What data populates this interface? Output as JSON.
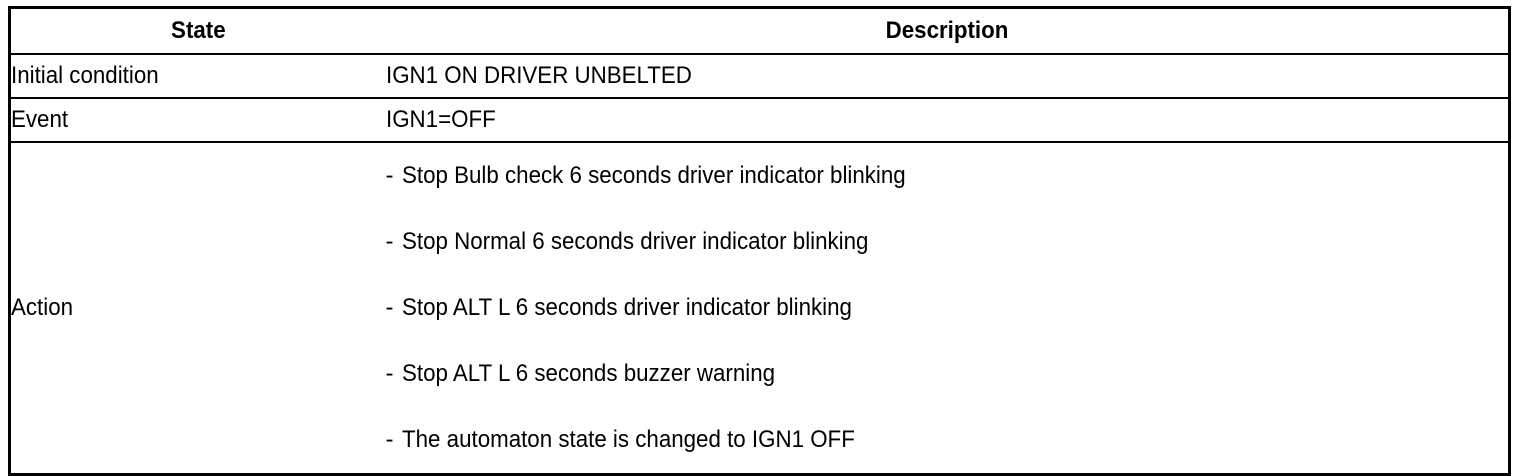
{
  "table": {
    "columns": [
      {
        "key": "state",
        "header": "State"
      },
      {
        "key": "description",
        "header": "Description"
      }
    ],
    "rows": [
      {
        "state": "Initial condition",
        "description": "IGN1 ON DRIVER UNBELTED"
      },
      {
        "state": "Event",
        "description": "IGN1=OFF"
      }
    ],
    "action_row": {
      "state": "Action",
      "bullet_marker": "-",
      "items": [
        "Stop Bulb check 6 seconds driver indicator blinking",
        "Stop Normal 6 seconds driver indicator blinking",
        "Stop ALT L 6 seconds driver indicator blinking",
        "Stop ALT L 6 seconds buzzer warning",
        "The automaton state is changed to IGN1 OFF"
      ]
    }
  },
  "colors": {
    "border": "#000000",
    "text": "#000000",
    "background": "#ffffff"
  }
}
